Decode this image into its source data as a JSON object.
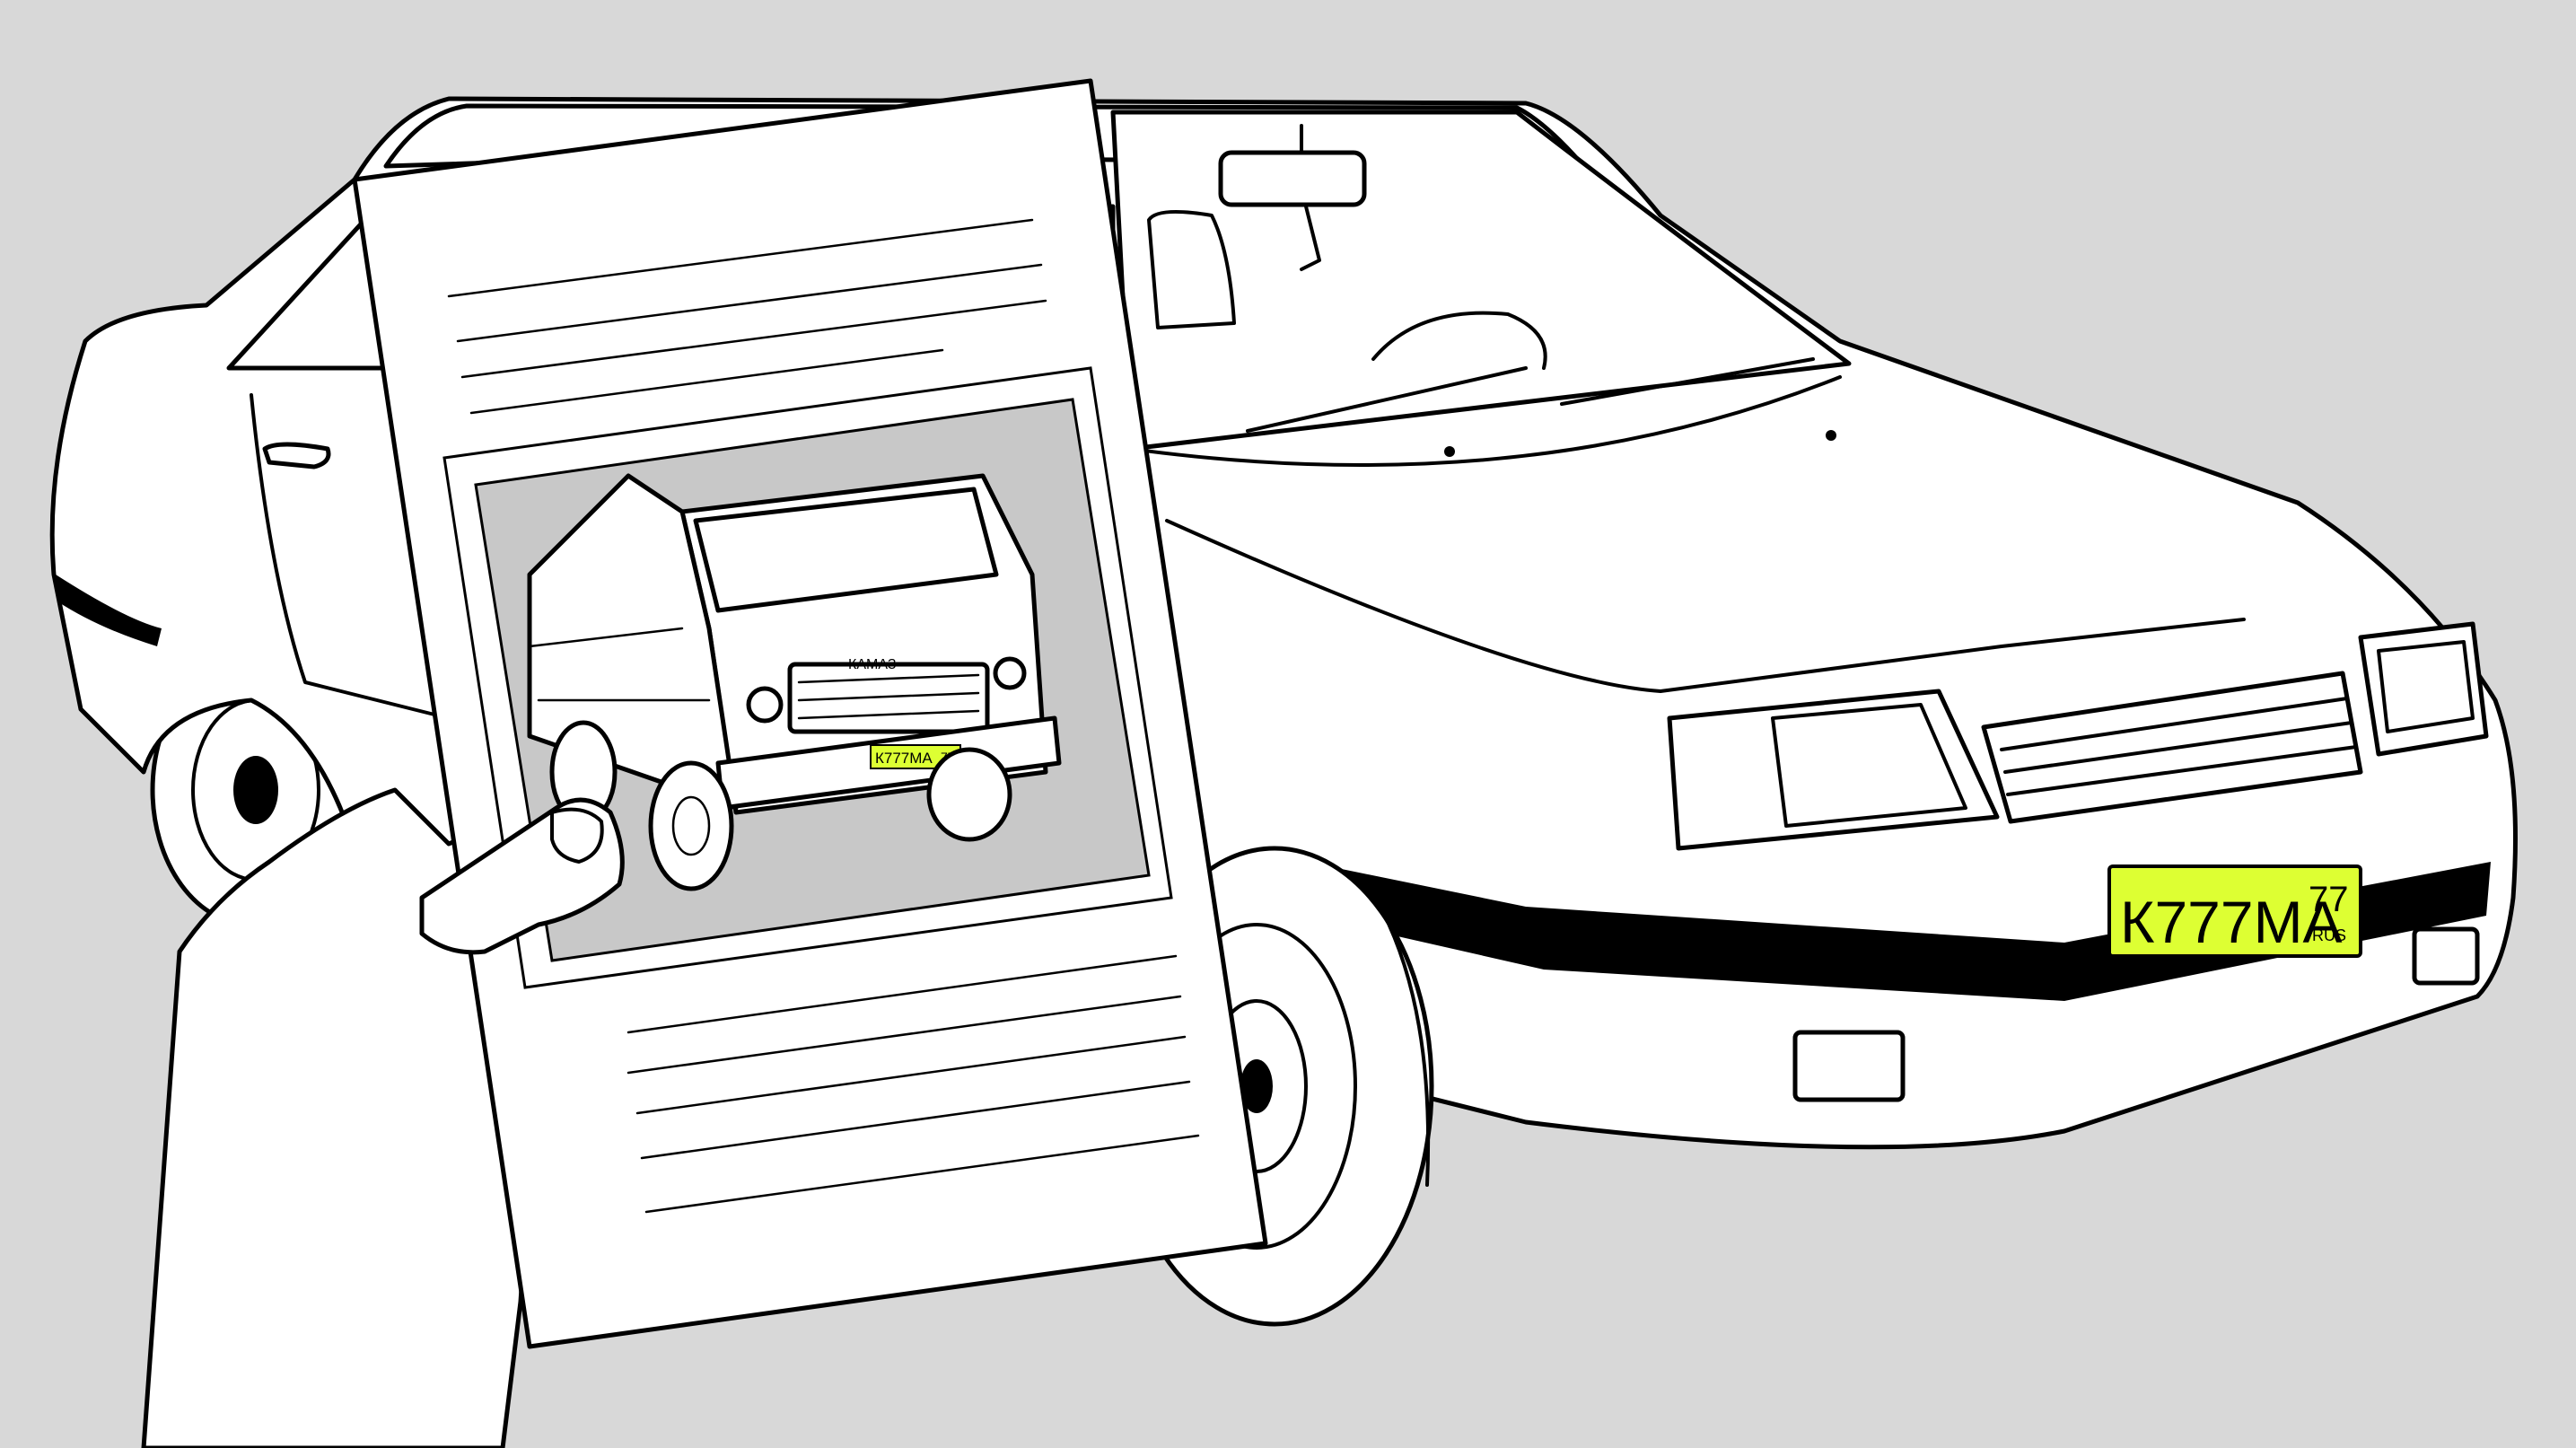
{
  "scene": {
    "background_color": "#d8d8d8",
    "plate_color": "#ddff33"
  },
  "car_plate": {
    "number": "К777МА",
    "region": "77",
    "country": "RUS"
  },
  "truck_plate": {
    "number": "К777МА",
    "region": "77"
  },
  "truck_badge": {
    "text": "КАМАЗ"
  }
}
